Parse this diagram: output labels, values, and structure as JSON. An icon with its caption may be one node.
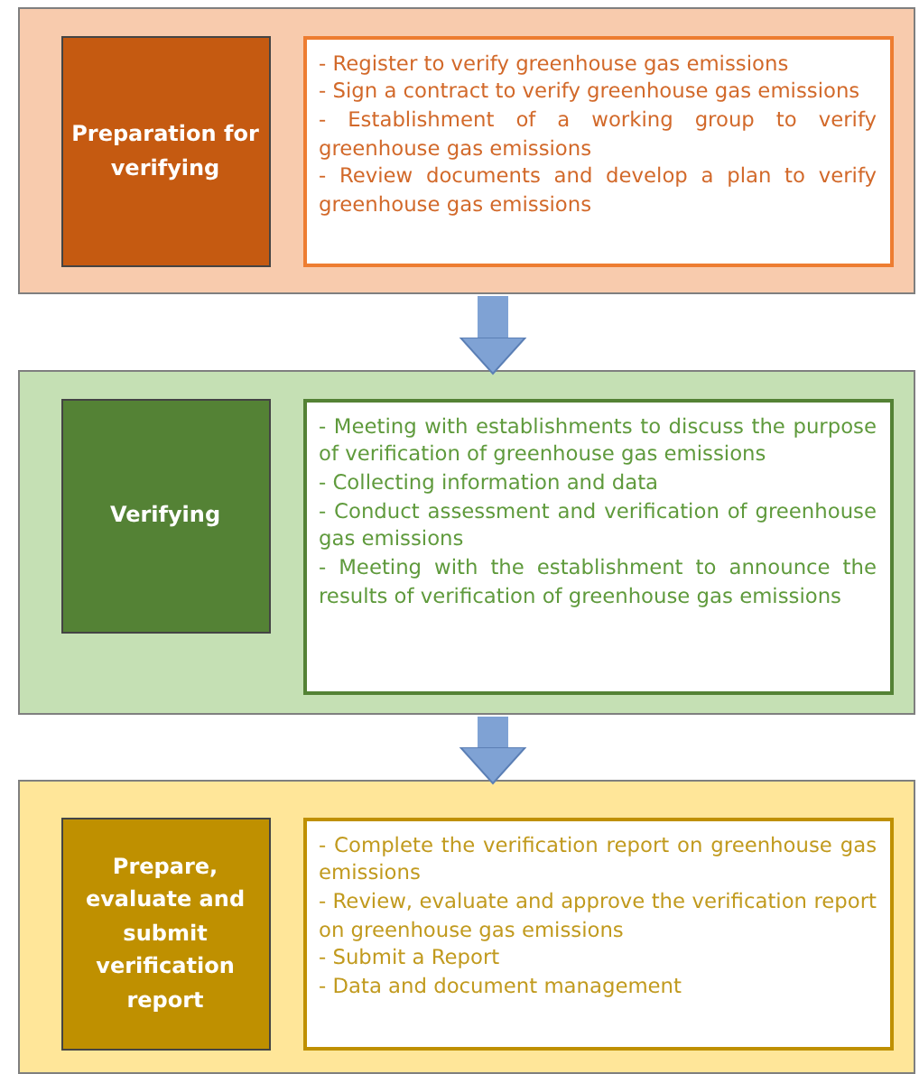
{
  "diagram": {
    "nodes": [
      {
        "text": [],
        "shape": "box"
      },
      {
        "text": [
          "Preparation for verifying"
        ],
        "in": 0
      },
      {
        "text": [
          "- Register to verify greenhouse gas emissions",
          "- Sign a contract to verify greenhouse gas emissions",
          "- Establishment of a working group to verify greenhouse gas emissions",
          "- Review documents and develop a plan to verify greenhouse gas emissions"
        ],
        "in": 0
      },
      {
        "text": [],
        "shape": "box"
      },
      {
        "text": [
          "Verifying"
        ],
        "in": 3
      },
      {
        "text": [
          "- Meeting with establishments to discuss the purpose of verification of greenhouse gas emissions",
          "- Collecting information and data",
          "- Conduct assessment and verification of greenhouse gas emissions",
          "- Meeting with the establishment to announce the results of verification of greenhouse gas emissions"
        ],
        "in": 3
      },
      {
        "text": [],
        "shape": "box"
      },
      {
        "text": [
          "Prepare, evaluate and submit verification report"
        ],
        "in": 6
      },
      {
        "text": [
          "- Complete the verification report on greenhouse gas emissions",
          "- Review, evaluate and approve the verification report on greenhouse gas emissions",
          "- Submit a Report",
          "- Data and document management"
        ],
        "in": 6
      }
    ],
    "edges": [
      {
        "from": 0,
        "to": 3,
        "arrow": "to"
      },
      {
        "from": 3,
        "to": 6,
        "arrow": "to"
      }
    ]
  }
}
